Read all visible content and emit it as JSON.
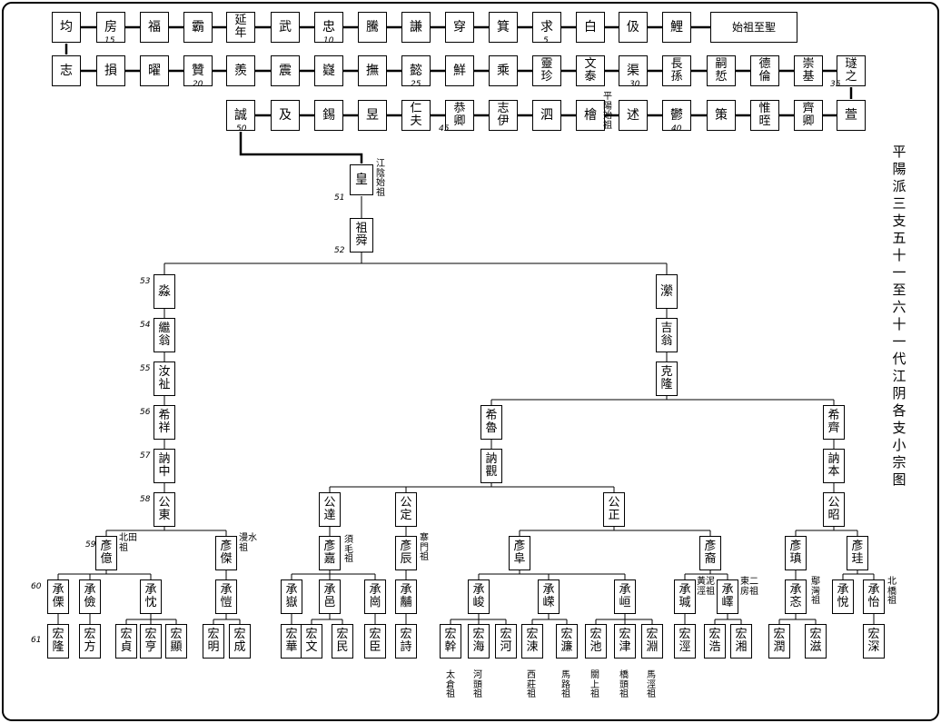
{
  "side_title": "平陽派三支　五十一至六十一代　江阴各支小宗图",
  "lineage_rows": [
    [
      "均",
      "房",
      "福",
      "霸",
      "延年",
      "武",
      "忠",
      "騰",
      "謙",
      "穿",
      "箕",
      "求",
      "白",
      "伋",
      "鯉",
      "始祖至聖"
    ],
    [
      "志",
      "損",
      "曜",
      "贊",
      "羨",
      "震",
      "嶷",
      "撫",
      "懿",
      "鮮",
      "乘",
      "靈珍",
      "文泰",
      "渠",
      "長孫",
      "嗣悊",
      "德倫",
      "崇基",
      "璲之"
    ],
    [
      "誠",
      "及",
      "錫",
      "昱",
      "仁夫",
      "恭卿",
      "志伊",
      "泗",
      "檜",
      "述",
      "鬱",
      "策",
      "惟晊",
      "齊卿",
      "萱"
    ]
  ],
  "seq_numbers": [
    "15",
    "10",
    "5",
    "20",
    "25",
    "30",
    "35",
    "50",
    "45",
    "40"
  ],
  "ping_yang_label": "平陽始祖",
  "names": {
    "huang": "皇",
    "zushun": "祖舜",
    "miao": "淼",
    "jiweng": "繼翁",
    "ruzhi": "汝祉",
    "xixiang": "希祥",
    "nezhong": "訥中",
    "gongdong": "公東",
    "yanyi": "彥億",
    "yanjie": "彥傑",
    "chengli": "承傈",
    "chengjian": "承儉",
    "chengyou": "承忱",
    "chengkai": "承愷",
    "honglong": "宏隆",
    "hongfang": "宏方",
    "hongzhen": "宏貞",
    "honghen": "宏亨",
    "hongxian": "宏顯",
    "hongming": "宏明",
    "hongcheng": "宏成",
    "ying": "瀠",
    "jiweng2": "吉翁",
    "kelong": "克隆",
    "xilu": "希魯",
    "neguan": "訥觀",
    "xiqi": "希齊",
    "neben": "訥本",
    "gongzhao": "公昭",
    "gongda": "公達",
    "gongding": "公定",
    "gongzheng": "公正",
    "yanjia": "彥嘉",
    "yanchen": "彥辰",
    "yanfu": "彥阜",
    "yanyi2": "彥裔",
    "yanzhen": "彥瑱",
    "yangui": "彥珪",
    "chengyue": "承嶽",
    "chengyi": "承邑",
    "chenggang": "承崗",
    "chengfu": "承黼",
    "chengjun": "承峻",
    "chengrong": "承嵘",
    "chengxuan": "承峘",
    "chengjian2": "承瑊",
    "chengyi2": "承嶧",
    "chengmin": "承忞",
    "chengyue2": "承悅",
    "chengyi3": "承怡",
    "honghua": "宏華",
    "hongwen": "宏文",
    "hongmin": "宏民",
    "hongchen": "宏臣",
    "hongshi": "宏詩",
    "honggan": "宏幹",
    "honghai": "宏海",
    "honghe": "宏河",
    "hongsu": "宏涑",
    "honglian": "宏濂",
    "hongchi": "宏池",
    "hongjin": "宏津",
    "hongyuan": "宏淵",
    "hongjing": "宏涇",
    "honghao": "宏浩",
    "hongxiang": "宏湘",
    "hongrun": "宏潤",
    "hongzi": "宏滋",
    "hongshen": "宏深"
  },
  "branch_labels": {
    "jiangyin": "江陰始祖",
    "beitian": "北田祖",
    "manshui": "漫水祖",
    "xumao": "須毛祖",
    "zhaimen": "寨門祖",
    "huangnijing": "黃泥涇祖",
    "dongerfang": "東二房祖",
    "yanwan": "鄢灣祖",
    "beiqiao": "北橋祖",
    "taicang": "太倉祖",
    "hetou": "河頭祖",
    "xizhuang": "西莊祖",
    "malu": "馬路祖",
    "guanshang": "關上祖",
    "qiaotou": "橋頭祖",
    "majing": "馬涇祖"
  },
  "generations": [
    "51",
    "52",
    "53",
    "54",
    "55",
    "56",
    "57",
    "58",
    "59",
    "60",
    "61"
  ]
}
